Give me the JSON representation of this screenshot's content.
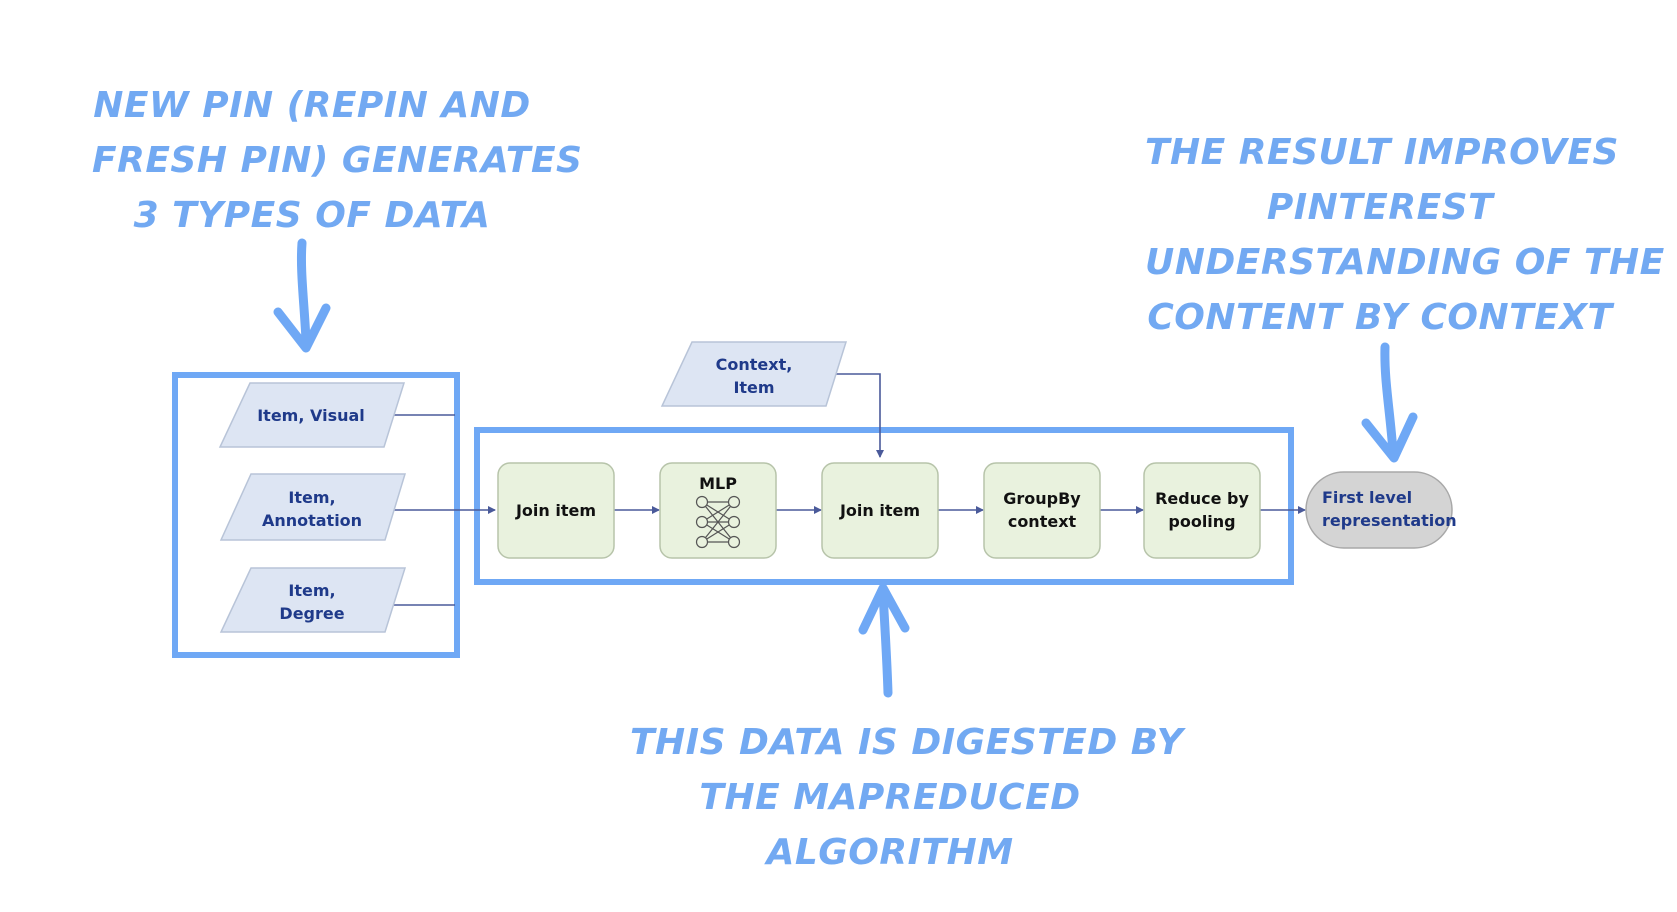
{
  "callouts": {
    "top_left": [
      "New Pin (Repin and",
      "Fresh Pin) Generates",
      "3 Types of Data"
    ],
    "top_right": [
      "The result improves",
      "Pinterest",
      "Understanding of the",
      "content by context"
    ],
    "bottom": [
      "This data is digested by",
      "the MapReduced",
      "Algorithm"
    ]
  },
  "inputs": [
    [
      "Item, Visual"
    ],
    [
      "Item,",
      "Annotation"
    ],
    [
      "Item,",
      "Degree"
    ]
  ],
  "context_input": [
    "Context,",
    "Item"
  ],
  "pipeline": [
    {
      "lines": [
        "Join item"
      ]
    },
    {
      "lines": [
        "MLP"
      ],
      "icon": "neural-network-icon"
    },
    {
      "lines": [
        "Join item"
      ]
    },
    {
      "lines": [
        "GroupBy",
        "context"
      ]
    },
    {
      "lines": [
        "Reduce by",
        "pooling"
      ]
    }
  ],
  "output": [
    "First level",
    "representation"
  ],
  "colors": {
    "callout": "#72a9f2",
    "highlight_box": "#6fa8f5",
    "node_fill": "#e9f2de",
    "node_stroke": "#b7c4aa",
    "input_fill": "#dde5f3",
    "input_stroke": "#b8c4d8",
    "input_text": "#1f3a8a",
    "output_fill": "#d4d4d4",
    "output_text": "#1f3a8a",
    "connector": "#4a5a9a"
  }
}
